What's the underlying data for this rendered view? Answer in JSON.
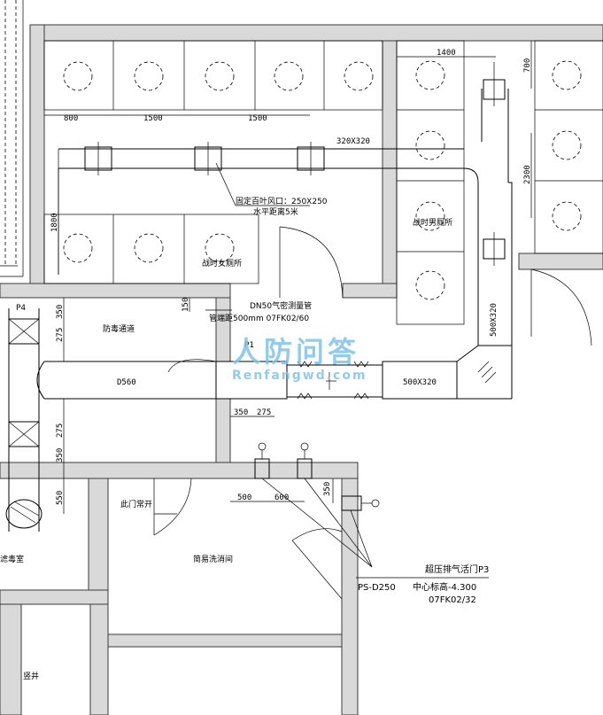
{
  "dimensions": {
    "d1400": "1400",
    "d800": "800",
    "d1500a": "1500",
    "d1500b": "1500",
    "d700": "700",
    "d2300": "2300",
    "d1800": "1800",
    "d350a": "350",
    "d275a": "275",
    "d150": "150",
    "d350b": "350",
    "d275b": "275",
    "d275c": "275",
    "d350c": "350",
    "d550": "550",
    "d500": "500",
    "d600": "600",
    "d350d": "350"
  },
  "duct_sizes": {
    "main_top": "320X320",
    "right_vertical": "500X320",
    "right_horizontal": "500X320",
    "round_main": "D560"
  },
  "rooms": {
    "female_toilet": "战时女厕所",
    "male_toilet": "战时男厕所",
    "decon_passage": "防毒通道",
    "shower_room": "简易洗消间",
    "filter_room": "滤毒室",
    "shaft": "竖井",
    "door_note": "此门常开"
  },
  "annotations": {
    "louver_label": "固定百叶风口：250X250",
    "louver_sub": "水平距离5米",
    "pipe_note": "DN50气密测量管",
    "pipe_sub": "管端距500mm 07FK02/60",
    "p1": "P1",
    "p4": "P4"
  },
  "valve_callout": {
    "title": "超压排气活门P3",
    "model": "PS-D250",
    "elevation": "中心标高-4.300",
    "ref": "07FK02/32"
  },
  "watermark": {
    "main": "人防问答",
    "sub": "Renfangwd.com"
  }
}
